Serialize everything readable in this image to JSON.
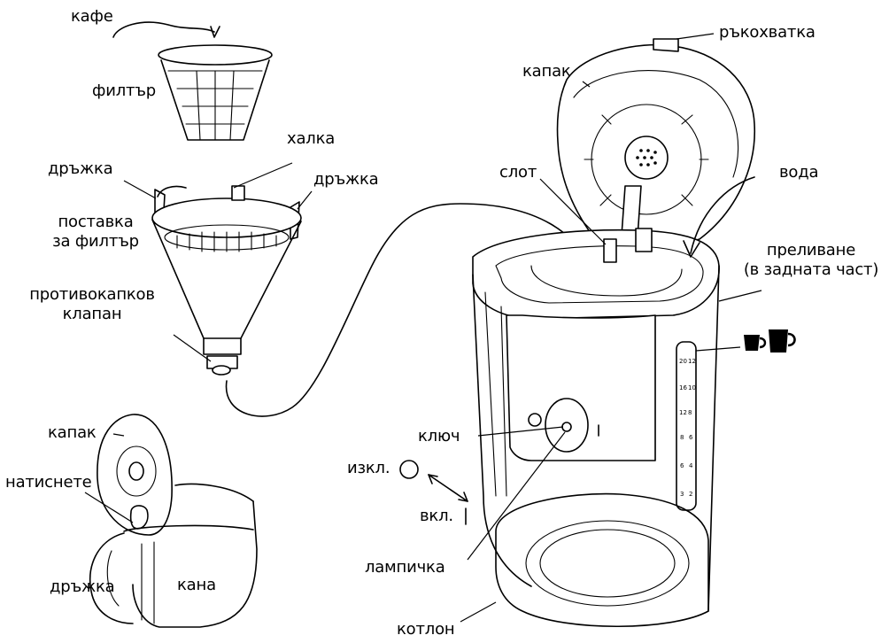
{
  "colors": {
    "ink": "#000000",
    "background": "#ffffff"
  },
  "labels": {
    "coffee": "кафе",
    "filter": "филтър",
    "ring": "халка",
    "handle_left": "дръжка",
    "handle_right": "дръжка",
    "filter_holder_1": "поставка",
    "filter_holder_2": "за филтър",
    "antidrip_1": "противокапков",
    "antidrip_2": "клапан",
    "lid_top": "капак",
    "grip": "ръкохватка",
    "slot": "слот",
    "water": "вода",
    "overflow_1": "преливане",
    "overflow_2": "(в задната част)",
    "switch": "ключ",
    "off": "изкл.",
    "on": "вкл.",
    "lamp": "лампичка",
    "hotplate": "котлон",
    "jug_lid": "капак",
    "press": "натиснете",
    "jug_handle": "дръжка",
    "jug": "кана"
  },
  "water_gauge": {
    "left_scale": [
      "20",
      "16",
      "12",
      "8",
      "6",
      "3"
    ],
    "right_scale": [
      "12",
      "10",
      "8",
      "6",
      "4",
      "2"
    ]
  },
  "icons": [
    "small-cup-icon",
    "large-cup-icon",
    "off-circle-icon",
    "on-bar-icon"
  ]
}
